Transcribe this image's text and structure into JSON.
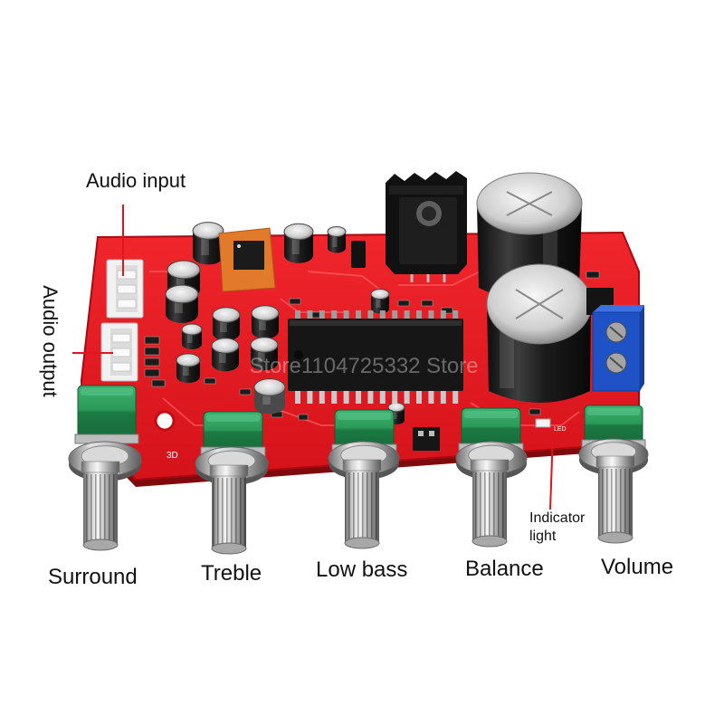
{
  "annotations": {
    "audio_input": "Audio input",
    "audio_output": "Audio output",
    "indicator_light": [
      "Indicator",
      "light"
    ]
  },
  "controls": [
    {
      "label": "Surround"
    },
    {
      "label": "Treble"
    },
    {
      "label": "Low bass"
    },
    {
      "label": "Balance"
    },
    {
      "label": "Volume"
    }
  ],
  "board_markings": {
    "silkscreen": "3D",
    "led": "LED"
  },
  "watermark": "Store1104725332 Store",
  "colors": {
    "background": "#ffffff",
    "pcb": "#e3161d",
    "annotation_line": "#e0141c",
    "pot_body": "#1f8a4c",
    "terminal_block": "#1f52c6",
    "label_text": "#111111"
  }
}
